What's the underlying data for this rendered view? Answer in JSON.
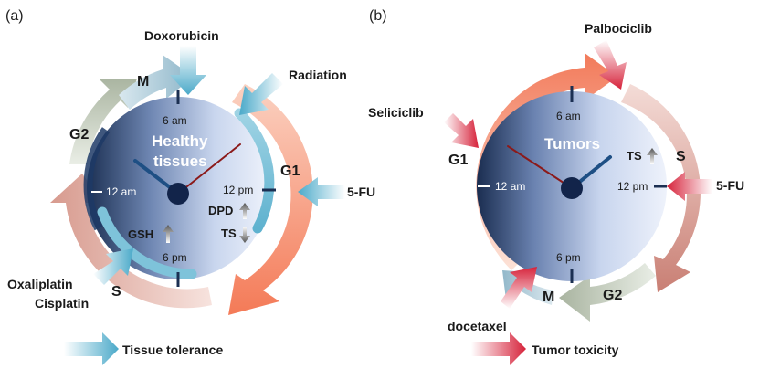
{
  "panel_a": {
    "label": "(a)",
    "center_line1": "Healthy",
    "center_line2": "tissues",
    "times": {
      "top": "6 am",
      "right": "12 pm",
      "bottom": "6 pm",
      "left": "12 am"
    },
    "phases": {
      "m": "M",
      "g2": "G2",
      "g1": "G1",
      "s": "S"
    },
    "drugs": {
      "doxorubicin": "Doxorubicin",
      "radiation": "Radiation",
      "fu": "5-FU",
      "oxaliplatin": "Oxaliplatin",
      "cisplatin": "Cisplatin"
    },
    "markers": {
      "dpd": "DPD",
      "ts": "TS",
      "gsh": "GSH"
    },
    "legend": "Tissue tolerance"
  },
  "panel_b": {
    "label": "(b)",
    "center": "Tumors",
    "times": {
      "top": "6 am",
      "right": "12 pm",
      "bottom": "6 pm",
      "left": "12 am"
    },
    "phases": {
      "g1": "G1",
      "s": "S",
      "g2": "G2",
      "m": "M"
    },
    "drugs": {
      "palbociclib": "Palbociclib",
      "seliciclib": "Seliciclib",
      "fu": "5-FU",
      "docetaxel": "docetaxel"
    },
    "markers": {
      "ts": "TS"
    },
    "legend": "Tumor toxicity"
  },
  "colors": {
    "tolerance_arrow": "#5bb4d0",
    "toxicity_arrow": "#d9263a",
    "clock_dark": "#1f3a5f",
    "clock_light": "#e6ecf7",
    "hand_blue": "#1e4f84",
    "hand_red": "#8b1a1a",
    "g1_salmon": "#f58d6e",
    "s_rose": "#d49a90",
    "g2_sage": "#b8c2b0",
    "m_blue": "#a6c4d4"
  },
  "icons": [
    "up-arrow-icon",
    "down-arrow-icon",
    "gradient-arrow-icon"
  ]
}
